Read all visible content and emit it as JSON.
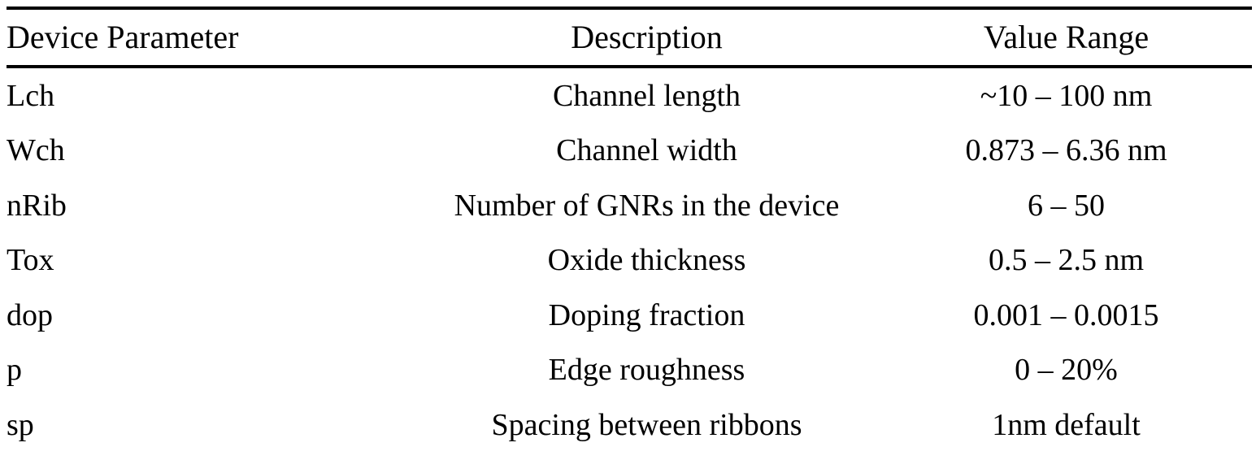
{
  "table": {
    "columns": [
      {
        "key": "parameter",
        "label": "Device Parameter",
        "align": "left"
      },
      {
        "key": "description",
        "label": "Description",
        "align": "center"
      },
      {
        "key": "value_range",
        "label": "Value Range",
        "align": "center"
      }
    ],
    "rows": [
      {
        "parameter": "Lch",
        "description": "Channel length",
        "value_range": "~10 – 100 nm"
      },
      {
        "parameter": "Wch",
        "description": "Channel width",
        "value_range": "0.873 – 6.36 nm"
      },
      {
        "parameter": "nRib",
        "description": "Number of GNRs in the device",
        "value_range": "6 – 50"
      },
      {
        "parameter": "Tox",
        "description": "Oxide thickness",
        "value_range": "0.5 – 2.5 nm"
      },
      {
        "parameter": "dop",
        "description": "Doping fraction",
        "value_range": "0.001 – 0.0015"
      },
      {
        "parameter": "p",
        "description": "Edge roughness",
        "value_range": "0 – 20%"
      },
      {
        "parameter": "sp",
        "description": "Spacing between ribbons",
        "value_range": "1nm default"
      }
    ]
  },
  "style": {
    "text_color": "#000000",
    "background_color": "#ffffff",
    "rule_color": "#000000"
  }
}
